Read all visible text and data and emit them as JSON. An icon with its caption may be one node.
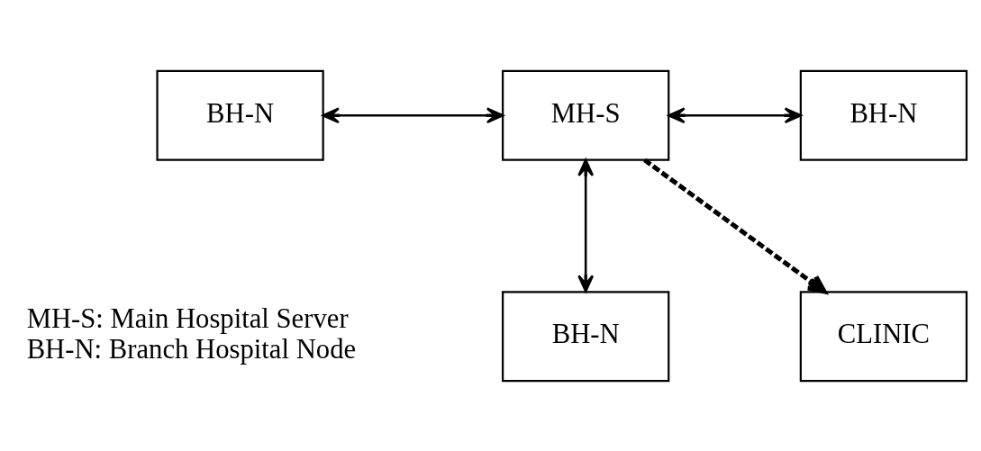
{
  "diagram": {
    "nodes": [
      {
        "text": [
          "BH-N"
        ]
      },
      {
        "text": [
          "MH-S"
        ]
      },
      {
        "text": [
          "BH-N"
        ]
      },
      {
        "text": [
          "BH-N"
        ]
      },
      {
        "text": [
          "CLINIC"
        ]
      }
    ],
    "edges": [
      {
        "from": 0,
        "to": 1,
        "arrow": "both"
      },
      {
        "from": 1,
        "to": 2,
        "arrow": "both"
      },
      {
        "from": 1,
        "to": 3,
        "arrow": "both"
      },
      {
        "from": 1,
        "to": 4,
        "arrow": "to",
        "style": "dashed"
      }
    ],
    "labels": [
      "MH-S: Main Hospital Server",
      "BH-N: Branch Hospital Node"
    ]
  }
}
